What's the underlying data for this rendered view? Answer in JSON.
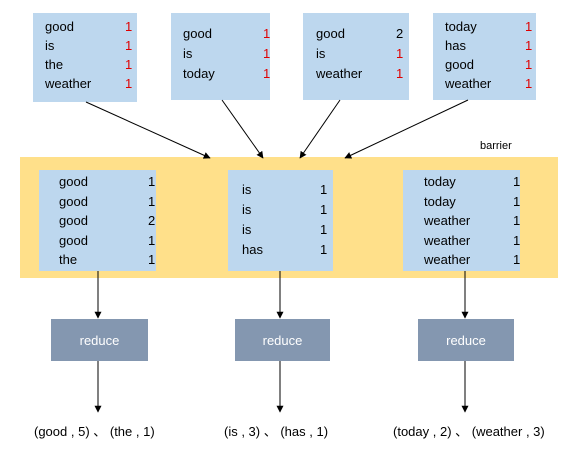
{
  "barrier_label": "barrier",
  "map_outputs": [
    {
      "rows": [
        {
          "key": "good",
          "val": "1"
        },
        {
          "key": "is",
          "val": "1"
        },
        {
          "key": "the",
          "val": "1"
        },
        {
          "key": "weather",
          "val": "1"
        }
      ]
    },
    {
      "rows": [
        {
          "key": "good",
          "val": "1"
        },
        {
          "key": "is",
          "val": "1"
        },
        {
          "key": "today",
          "val": "1"
        }
      ]
    },
    {
      "rows": [
        {
          "key": "good",
          "val": "2"
        },
        {
          "key": "is",
          "val": "1"
        },
        {
          "key": "weather",
          "val": "1"
        }
      ]
    },
    {
      "rows": [
        {
          "key": "today",
          "val": "1"
        },
        {
          "key": "has",
          "val": "1"
        },
        {
          "key": "good",
          "val": "1"
        },
        {
          "key": "weather",
          "val": "1"
        }
      ]
    }
  ],
  "partitions": [
    {
      "rows": [
        {
          "key": "good",
          "val": "1"
        },
        {
          "key": "good",
          "val": "1"
        },
        {
          "key": "good",
          "val": "2"
        },
        {
          "key": "good",
          "val": "1"
        },
        {
          "key": "the",
          "val": "1"
        }
      ]
    },
    {
      "rows": [
        {
          "key": "is",
          "val": "1"
        },
        {
          "key": "is",
          "val": "1"
        },
        {
          "key": "is",
          "val": "1"
        },
        {
          "key": "has",
          "val": "1"
        }
      ]
    },
    {
      "rows": [
        {
          "key": "today",
          "val": "1"
        },
        {
          "key": "today",
          "val": "1"
        },
        {
          "key": "weather",
          "val": "1"
        },
        {
          "key": "weather",
          "val": "1"
        },
        {
          "key": "weather",
          "val": "1"
        }
      ]
    }
  ],
  "reducers": [
    {
      "label": "reduce",
      "result": "(good , 5) 、 (the , 1)"
    },
    {
      "label": "reduce",
      "result": "(is , 3) 、 (has , 1)"
    },
    {
      "label": "reduce",
      "result": "(today , 2) 、 (weather , 3)"
    }
  ],
  "colors": {
    "box_fill": "#bdd7ee",
    "barrier_fill": "#ffe08a",
    "reduce_fill": "#8497b0",
    "map_value": "#e00000"
  }
}
